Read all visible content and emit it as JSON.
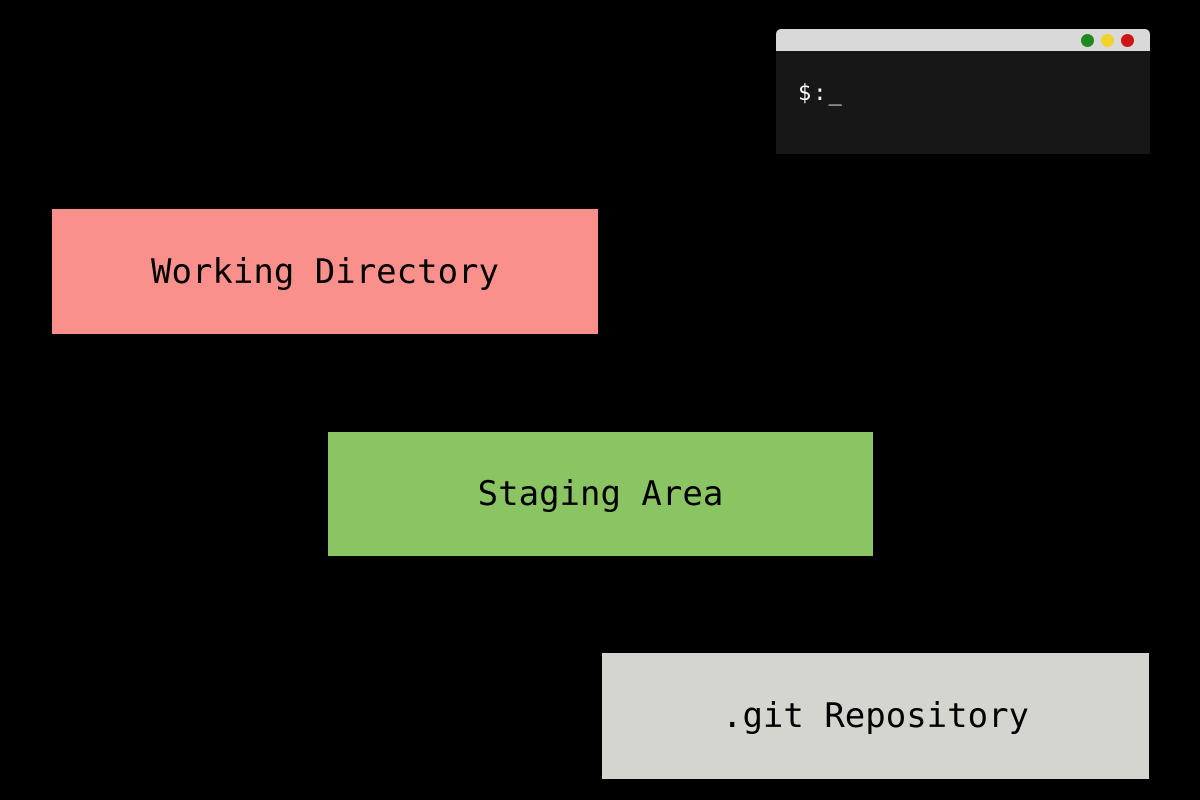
{
  "canvas": {
    "background_color": "#000000"
  },
  "terminal": {
    "prompt": "$:_",
    "titlebar_color": "#D9D9D9",
    "body_color": "#171717",
    "text_color": "#FFFFFF",
    "buttons": [
      {
        "name": "green-button",
        "color": "#1E8A1E"
      },
      {
        "name": "yellow-button",
        "color": "#F2D32B"
      },
      {
        "name": "red-button",
        "color": "#CC1616"
      }
    ]
  },
  "boxes": [
    {
      "id": "working-directory",
      "label": "Working Directory",
      "color": "#FA908C",
      "text_color": "#000000"
    },
    {
      "id": "staging-area",
      "label": "Staging Area",
      "color": "#8BC462",
      "text_color": "#000000"
    },
    {
      "id": "git-repository",
      "label": ".git Repository",
      "color": "#D5D5D0",
      "text_color": "#000000"
    }
  ]
}
